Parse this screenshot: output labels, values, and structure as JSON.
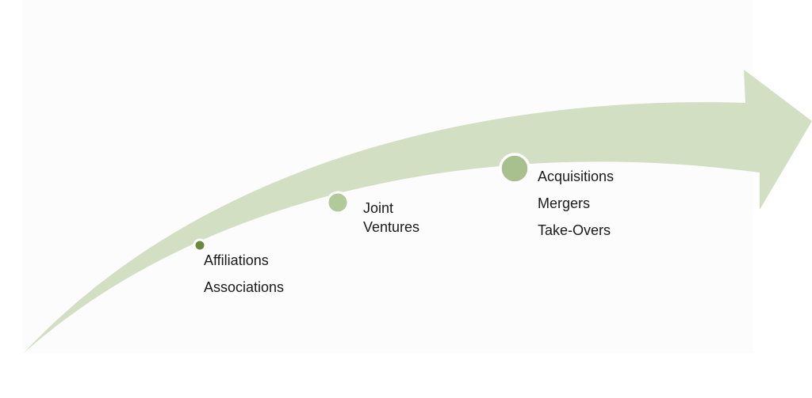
{
  "colors": {
    "arrow_fill": "#d3dfc3",
    "dot_small": "#6b8a3d",
    "dot_medium": "#b2c99a",
    "dot_large": "#a8c08e",
    "dot_ring": "#ffffff"
  },
  "stages": [
    {
      "dot_size": "small",
      "lines": [
        "Affiliations",
        "Associations"
      ]
    },
    {
      "dot_size": "medium",
      "lines": [
        "Joint",
        "Ventures"
      ]
    },
    {
      "dot_size": "large",
      "lines": [
        "Acquisitions",
        "Mergers",
        "Take-Overs"
      ]
    }
  ]
}
